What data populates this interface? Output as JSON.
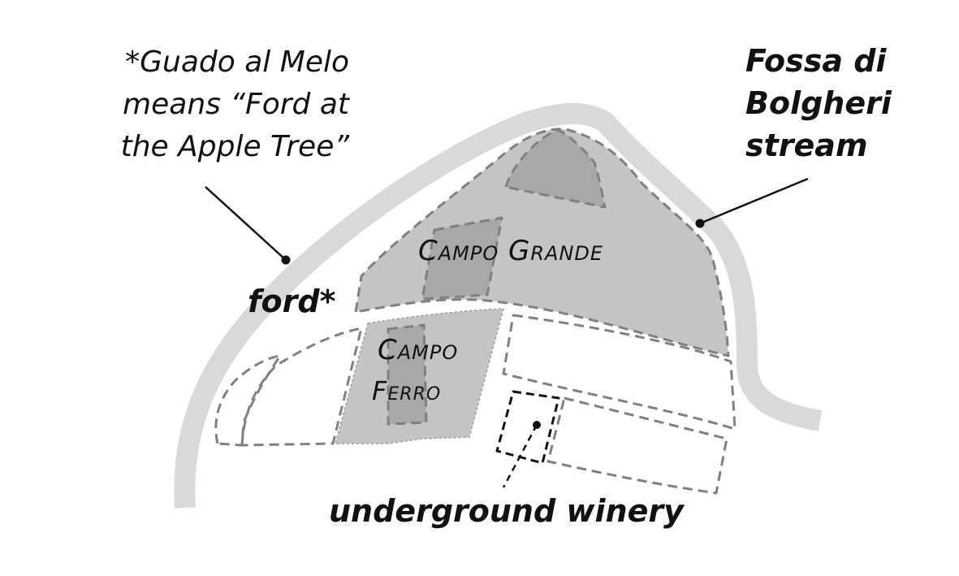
{
  "notes": {
    "footnote_lines": [
      "*Guado al Melo",
      "means “Ford at",
      "the Apple Tree”"
    ],
    "stream_lines": [
      "Fossa di",
      "Bolgheri",
      "stream"
    ],
    "ford": "ford*",
    "winery": "underground winery"
  },
  "plots": {
    "campo_grande": "Campo Grande",
    "campo_ferro_lines": [
      "Campo",
      "Ferro"
    ]
  },
  "colors": {
    "stream": "#d9d9d9",
    "campo_grande": "#c4c4c4",
    "campo_ferro": "#c4c4c4",
    "dark_plot": "#a8a8a8",
    "outline": "#808080",
    "winery_outline": "#111111",
    "text": "#111111"
  }
}
